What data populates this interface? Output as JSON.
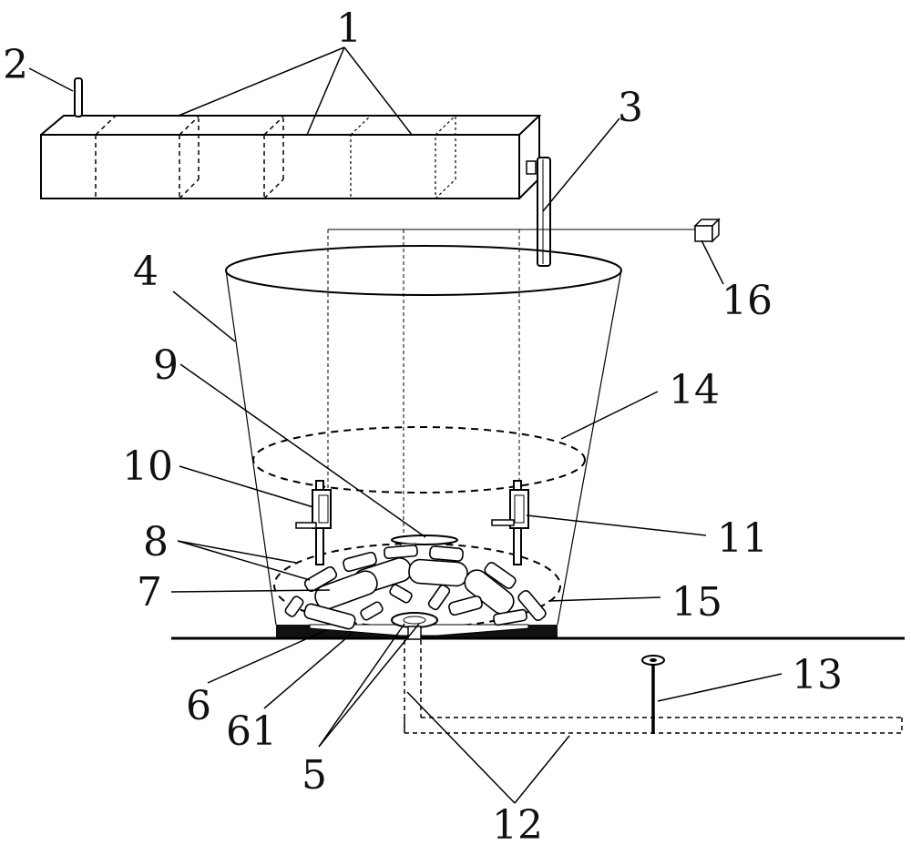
{
  "labels": {
    "l1": "1",
    "l2": "2",
    "l3": "3",
    "l4": "4",
    "l5": "5",
    "l6": "6",
    "l61": "61",
    "l7": "7",
    "l8": "8",
    "l9": "9",
    "l10": "10",
    "l11": "11",
    "l12": "12",
    "l13": "13",
    "l14": "14",
    "l15": "15",
    "l16": "16"
  }
}
